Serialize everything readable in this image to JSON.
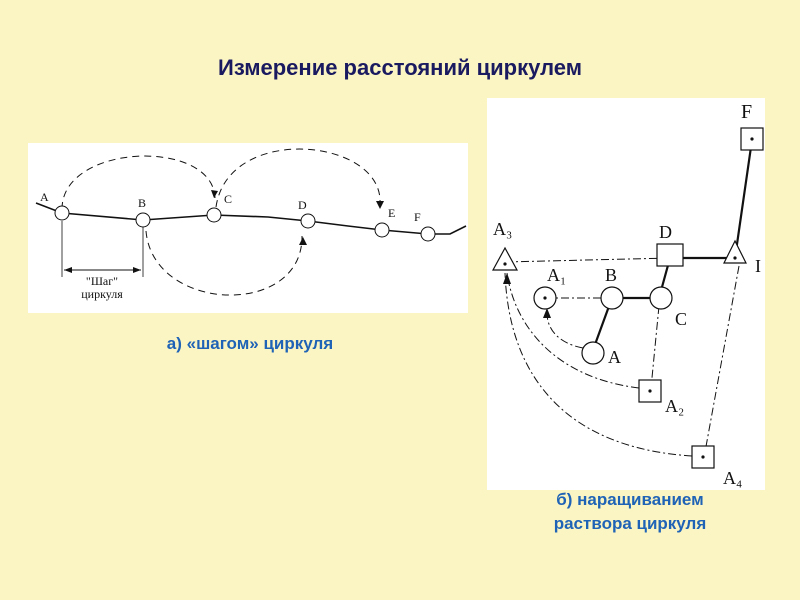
{
  "title": "Измерение расстояний циркулем",
  "caption_a": "а) «шагом» циркуля",
  "caption_b_line1": "б) наращиванием",
  "caption_b_line2": "раствора циркуля",
  "diagram_a": {
    "points": [
      "A",
      "B",
      "C",
      "D",
      "E",
      "F"
    ],
    "step_label_line1": "\"Шаг\"",
    "step_label_line2": "циркуля"
  },
  "diagram_b": {
    "labels": {
      "F": "F",
      "A3": "A₃",
      "D": "D",
      "A1": "A₁",
      "B": "B",
      "C": "C",
      "A": "A",
      "A2": "A₂",
      "A4": "A₄",
      "E": "I"
    }
  },
  "colors": {
    "background": "#fbf5c3",
    "title": "#1a1a60",
    "caption": "#1f63b6"
  }
}
